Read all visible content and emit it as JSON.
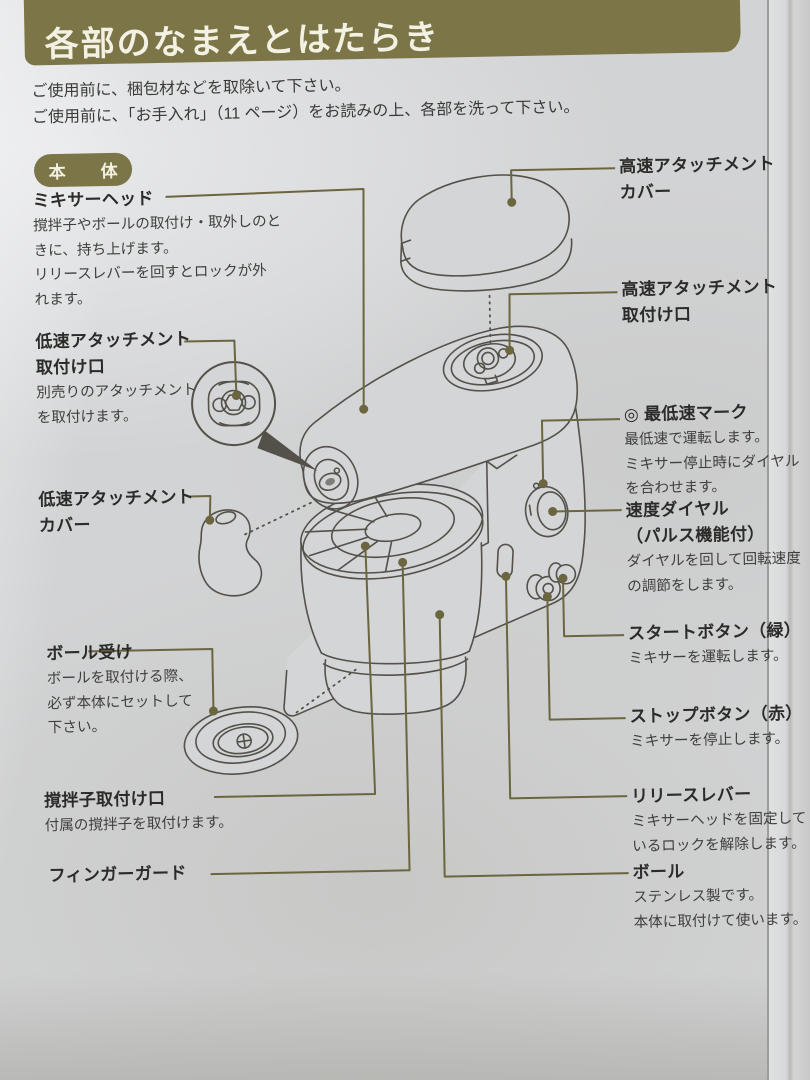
{
  "page": {
    "title": "各部のなまえとはたらき",
    "intro_lines": [
      "ご使用前に、梱包材などを取除いて下さい。",
      "ご使用前に、「お手入れ」（11 ページ）をお読みの上、各部を洗って下さい。"
    ],
    "section_badge": "本　体"
  },
  "colors": {
    "accent_olive": "#7b7547",
    "paper": "#d2d3d4",
    "leader_line": "#6b6540",
    "line_art": "#53514a"
  },
  "parts": {
    "mixer_head": {
      "name": "ミキサーヘッド",
      "desc": [
        "撹拌子やボールの取付け・取外しのと",
        "きに、持ち上げます。",
        "リリースレバーを回すとロックが外",
        "れます。"
      ]
    },
    "low_speed_port": {
      "name_lines": [
        "低速アタッチメント",
        "取付け口"
      ],
      "desc": [
        "別売りのアタッチメント",
        "を取付けます。"
      ]
    },
    "low_speed_cover": {
      "name_lines": [
        "低速アタッチメント",
        "カバー"
      ]
    },
    "bowl_receiver": {
      "name": "ボール受け",
      "desc": [
        "ボールを取付ける際、",
        "必ず本体にセットして",
        "下さい。"
      ]
    },
    "beater_port": {
      "name": "撹拌子取付け口",
      "desc": [
        "付属の撹拌子を取付けます。"
      ]
    },
    "finger_guard": {
      "name": "フィンガーガード"
    },
    "high_speed_cover": {
      "name_lines": [
        "高速アタッチメント",
        "カバー"
      ]
    },
    "high_speed_port": {
      "name_lines": [
        "高速アタッチメント",
        "取付け口"
      ]
    },
    "min_speed_mark": {
      "name": "◎ 最低速マーク",
      "desc": [
        "最低速で運転します。",
        "ミキサー停止時にダイヤル",
        "を合わせます。"
      ]
    },
    "speed_dial": {
      "name_lines": [
        "速度ダイヤル",
        "（パルス機能付）"
      ],
      "desc": [
        "ダイヤルを回して回転速度",
        "の調節をします。"
      ]
    },
    "start_button": {
      "name": "スタートボタン（緑）",
      "desc": [
        "ミキサーを運転します。"
      ]
    },
    "stop_button": {
      "name": "ストップボタン（赤）",
      "desc": [
        "ミキサーを停止します。"
      ]
    },
    "release_lever": {
      "name": "リリースレバー",
      "desc": [
        "ミキサーヘッドを固定して",
        "いるロックを解除します。"
      ]
    },
    "bowl": {
      "name": "ボール",
      "desc": [
        "ステンレス製です。",
        "本体に取付けて使います。"
      ]
    }
  }
}
